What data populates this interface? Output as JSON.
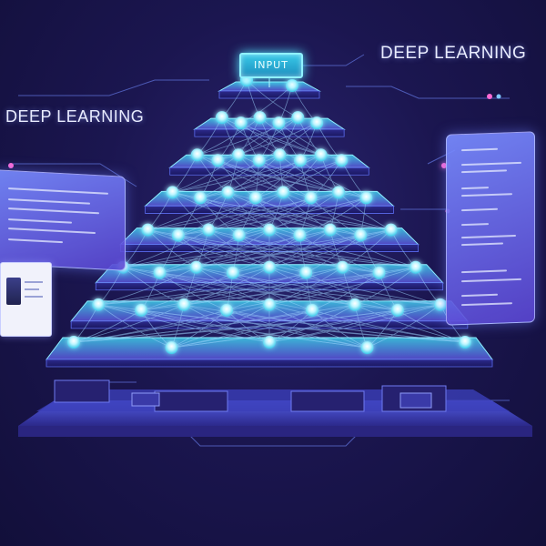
{
  "headings": {
    "top_right": "DEEP LEARNING",
    "left": "DEEP LEARNING"
  },
  "input_node": {
    "label": "INPUT"
  },
  "colors": {
    "background": "#1b1650",
    "node_glow": "#54e6ff",
    "layer_top": "#2fb6d8",
    "layer_bottom": "#4b3fc0",
    "accent_pink": "#ff6ad5",
    "panel": "#7c86ff"
  },
  "network": {
    "layer_count": 8,
    "nodes_per_layer": [
      2,
      6,
      8,
      8,
      9,
      9,
      9,
      5
    ]
  }
}
